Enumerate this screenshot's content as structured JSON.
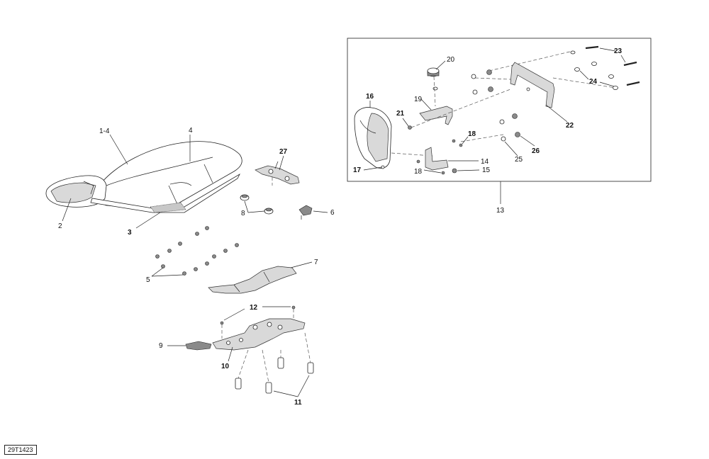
{
  "diagram_code": "29T1423",
  "callouts": {
    "c1_4": "1-4",
    "c2": "2",
    "c3": "3",
    "c4": "4",
    "c5": "5",
    "c6": "6",
    "c7": "7",
    "c8": "8",
    "c9": "9",
    "c10": "10",
    "c11": "11",
    "c12": "12",
    "c13": "13",
    "c14": "14",
    "c15": "15",
    "c16": "16",
    "c17": "17",
    "c18a": "18",
    "c18b": "18",
    "c19": "19",
    "c20": "20",
    "c21": "21",
    "c22": "22",
    "c23": "23",
    "c24": "24",
    "c25": "25",
    "c26": "26",
    "c27": "27"
  }
}
